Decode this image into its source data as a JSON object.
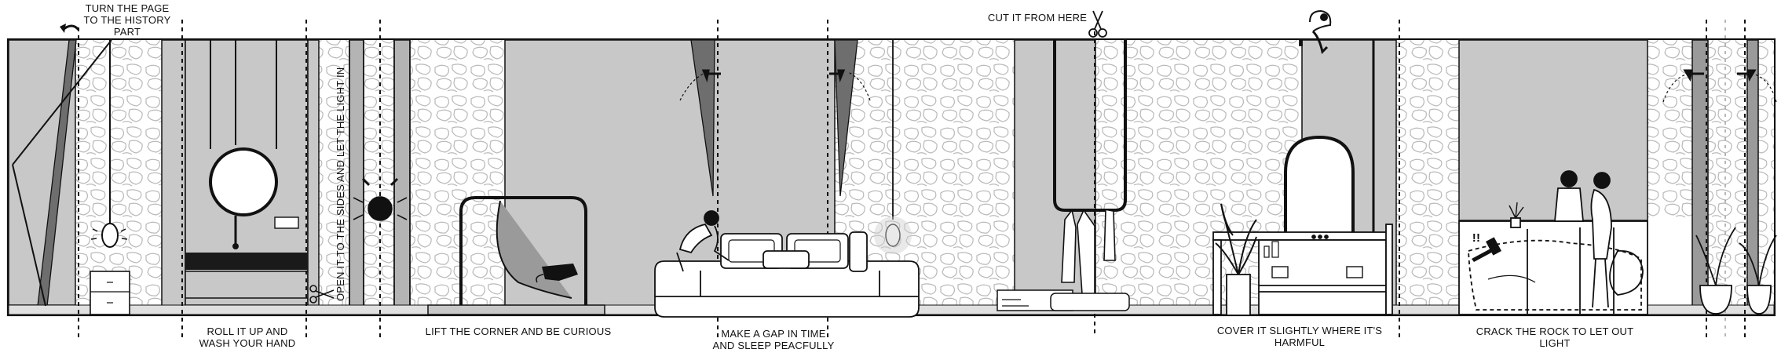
{
  "annotations": {
    "turn_page": "TURN THE PAGE\nTO THE HISTORY PART",
    "roll_up": "ROLL IT UP AND\nWASH YOUR HAND",
    "open_sides": "OPEN IT TO THE SIDES AND LET THE LIGHT IN",
    "lift_corner": "LIFT THE CORNER AND  BE CURIOUS",
    "make_gap": "MAKE A GAP IN TIME\nAND SLEEP PEACFULLY",
    "cut_it": "CUT IT FROM HERE",
    "cover_it": "COVER IT SLIGHTLY  WHERE IT'S HARMFUL",
    "crack_rock": "CRACK THE ROCK TO LET OUT LIGHT",
    "exclaim": "!!"
  },
  "colors": {
    "wall_grey": "#c8c8c8",
    "dark_grey": "#6e6e6e",
    "light_fill": "#ffffff",
    "stroke": "#111111",
    "stone": "#bdbdbd"
  },
  "icons": [
    "arrow-turn-icon",
    "scissors-icon",
    "hand-icon",
    "hammer-icon",
    "lamp-icon",
    "faucet-icon"
  ]
}
